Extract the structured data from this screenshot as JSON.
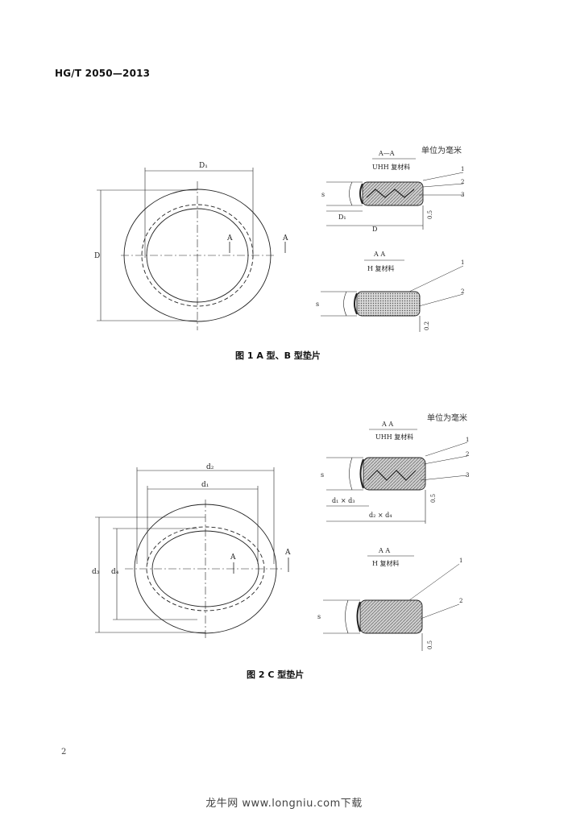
{
  "header": {
    "std_code": "HG/T 2050—2013"
  },
  "figure1": {
    "unit_note": "单位为毫米",
    "caption": "图 1  A 型、B 型垫片",
    "labels": {
      "D1": "D₁",
      "D": "D",
      "A_mark": "A",
      "section1_title": "A—A",
      "section1_sub": "UHH 复材料",
      "section2_title": "A  A",
      "section2_sub": "H 复材料",
      "s": "s",
      "d1": "D₁",
      "d": "D",
      "t": "0.5",
      "t2": "0.2",
      "c1": "1",
      "c2": "2",
      "c3": "3"
    }
  },
  "figure2": {
    "unit_note": "单位为毫米",
    "caption": "图 2  C 型垫片",
    "labels": {
      "d2": "d₂",
      "d1": "d₁",
      "d3": "d₃",
      "d4": "d₄",
      "A_mark": "A",
      "section1_title": "A  A",
      "section1_sub": "UHH 复材料",
      "section2_title": "A  A",
      "section2_sub": "H 复材料",
      "s": "s",
      "dim1": "d₁ × d₃",
      "dim2": "d₂ × d₄",
      "t": "0.5",
      "t2": "0.5",
      "c1": "1",
      "c2": "2",
      "c3": "3"
    }
  },
  "page_number": "2",
  "footer": {
    "watermark": "龙牛网 www.longniu.com下载"
  }
}
